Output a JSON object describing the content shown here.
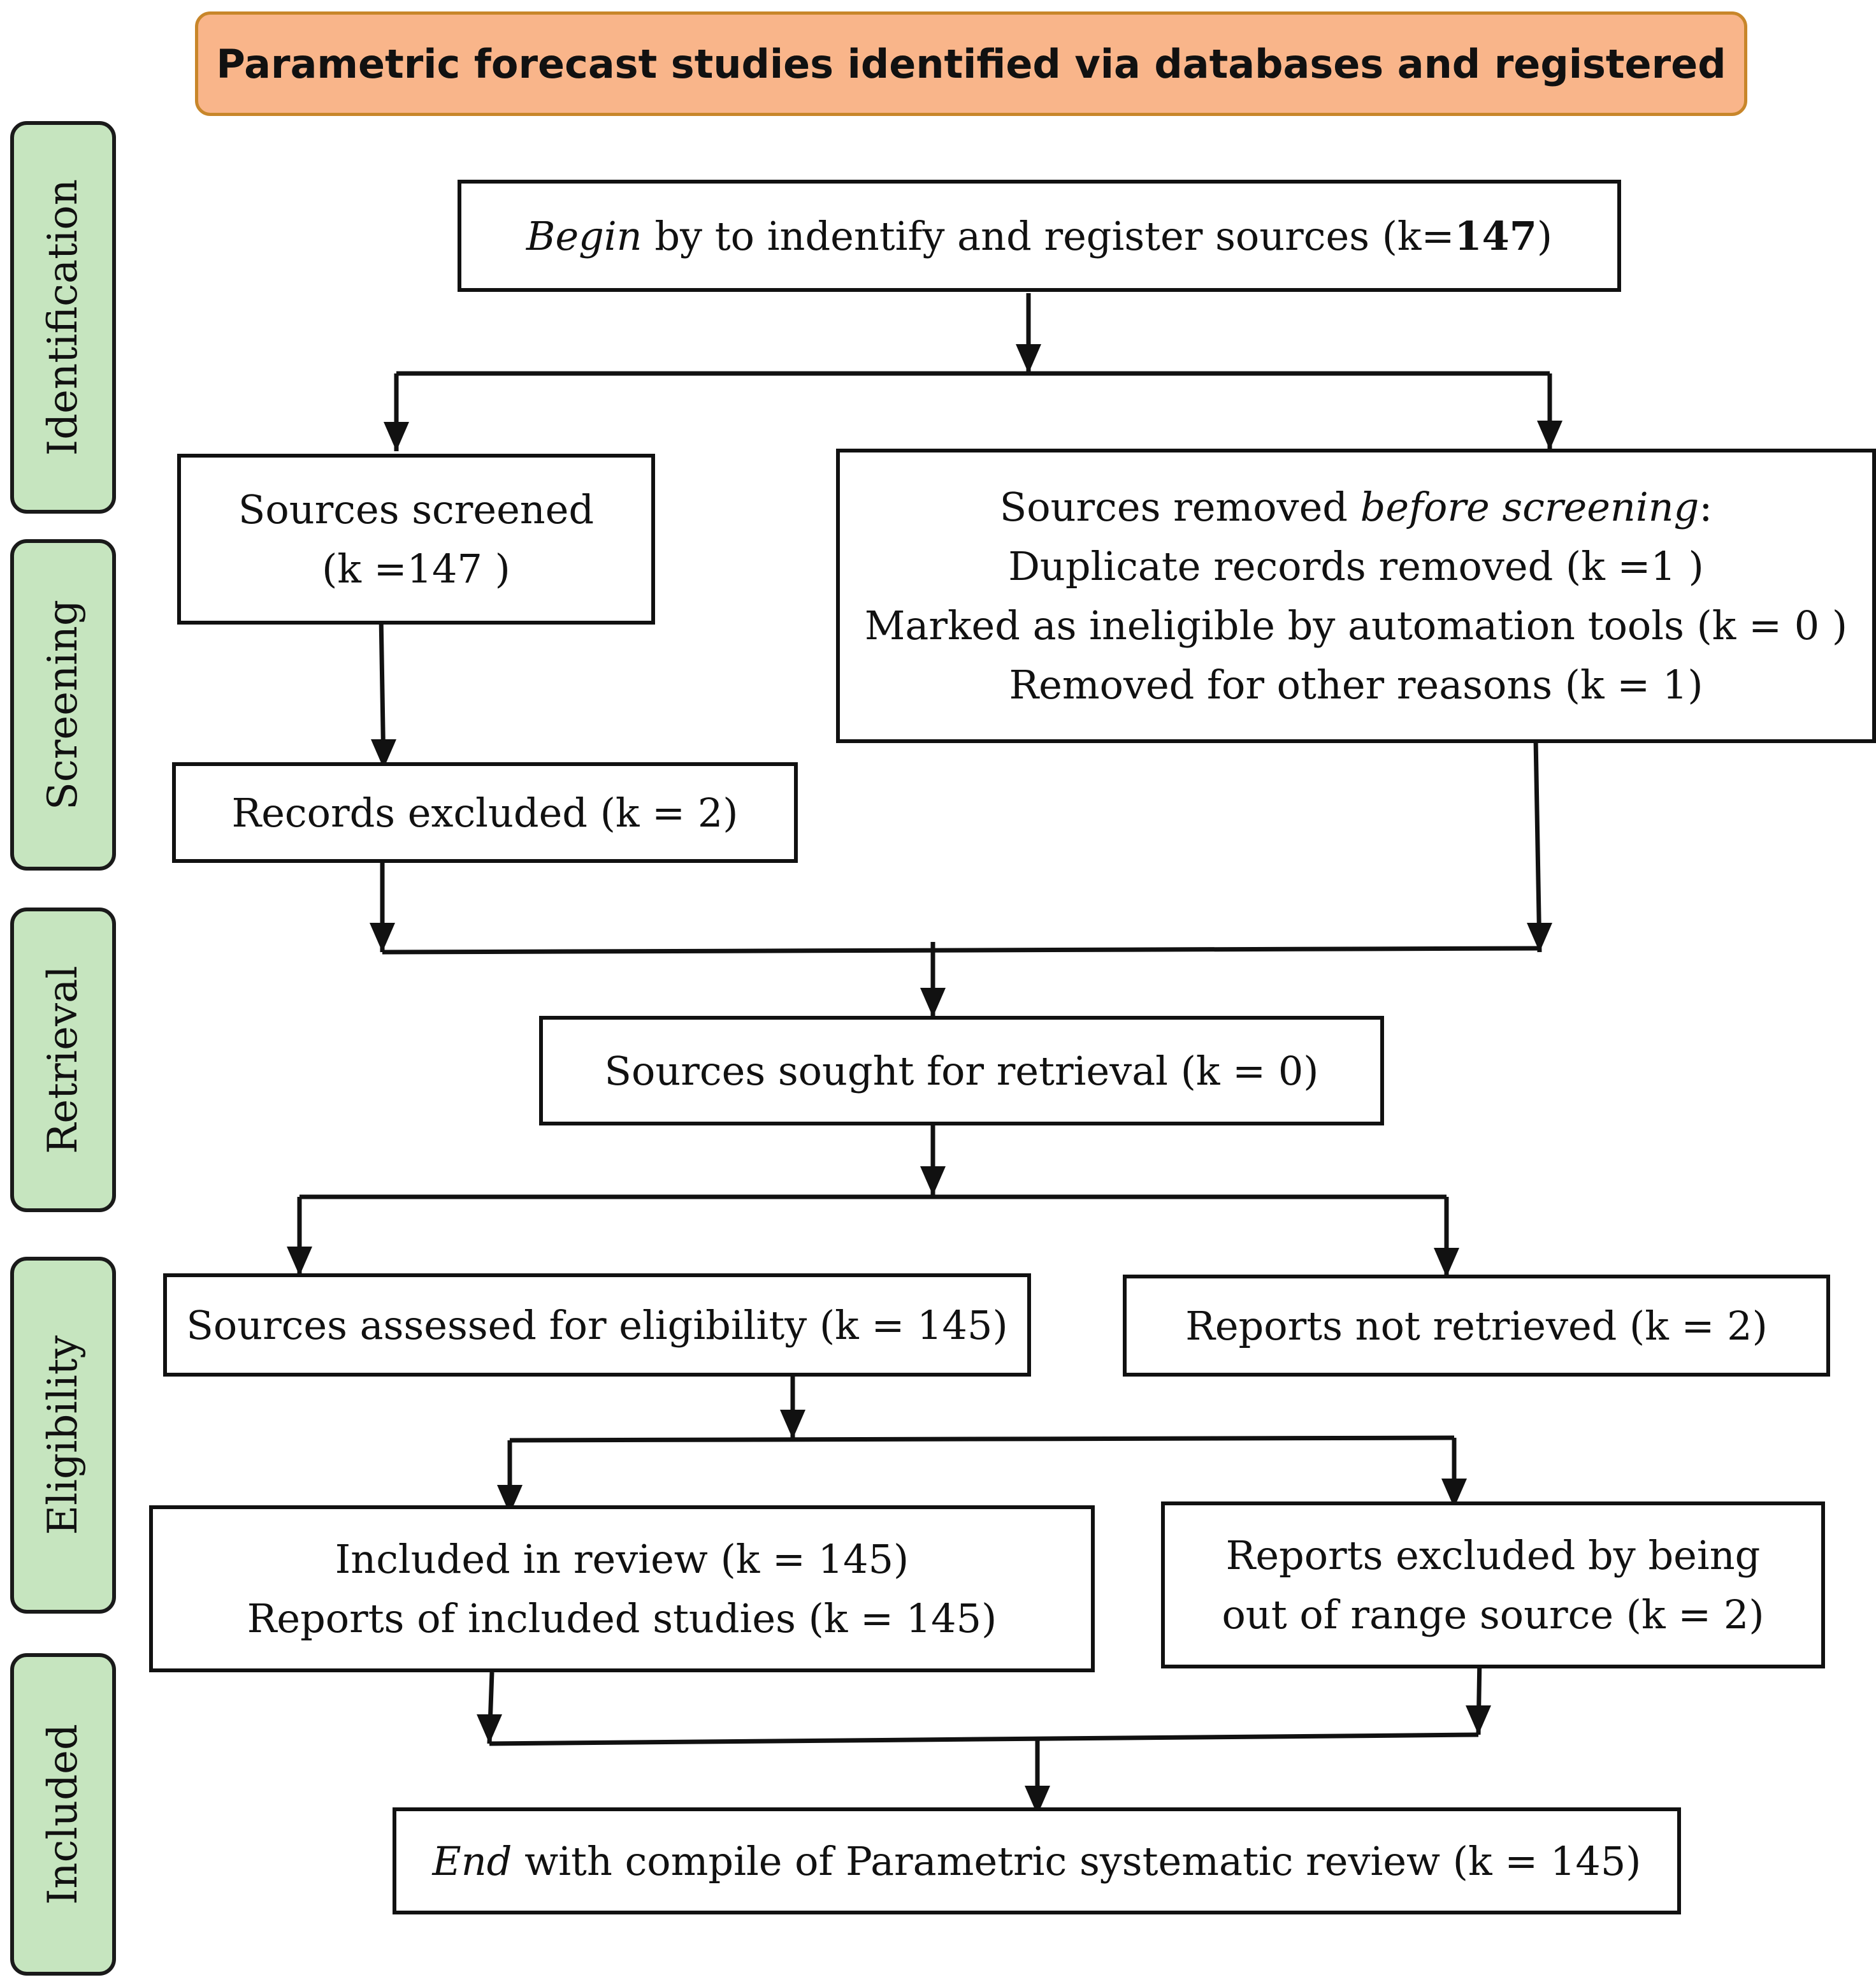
{
  "title": "Parametric forecast studies identified via databases and registered",
  "stages": {
    "identification": "Identification",
    "screening": "Screening",
    "retrieval": "Retrieval",
    "eligibility": "Eligibility",
    "included": "Included"
  },
  "boxes": {
    "begin": {
      "italic": "Begin",
      "text": " by to indentify and register sources (k=",
      "count": "147",
      "close": ")"
    },
    "screened": {
      "line1": "Sources screened",
      "line2": "(k =147 )"
    },
    "removed": {
      "line1_pre": "Sources removed ",
      "line1_italic": "before screening",
      "line1_post": ":",
      "line2": "Duplicate records removed  (k =1 )",
      "line3": "Marked as ineligible by automation tools (k = 0 )",
      "line4": "Removed for other reasons (k = 1)"
    },
    "excluded": "Records excluded (k = 2)",
    "sought": "Sources sought for retrieval  (k = 0)",
    "assessed": "Sources assessed  for eligibility  (k = 145)",
    "not_retrieved": "Reports not retrieved  (k = 2)",
    "included": {
      "line1": "Included in review  (k = 145)",
      "line2": "Reports of included studies  (k = 145)"
    },
    "excluded_range": {
      "line1": "Reports excluded by being",
      "line2": "out of range source (k = 2)"
    },
    "end": {
      "italic": "End",
      "text": " with compile of Parametric systematic review  (k = 145)"
    }
  },
  "colors": {
    "title_fill": "#F9B58A",
    "title_border": "#C8862A",
    "stage_fill": "#C6E5BF",
    "stroke": "#111111"
  }
}
